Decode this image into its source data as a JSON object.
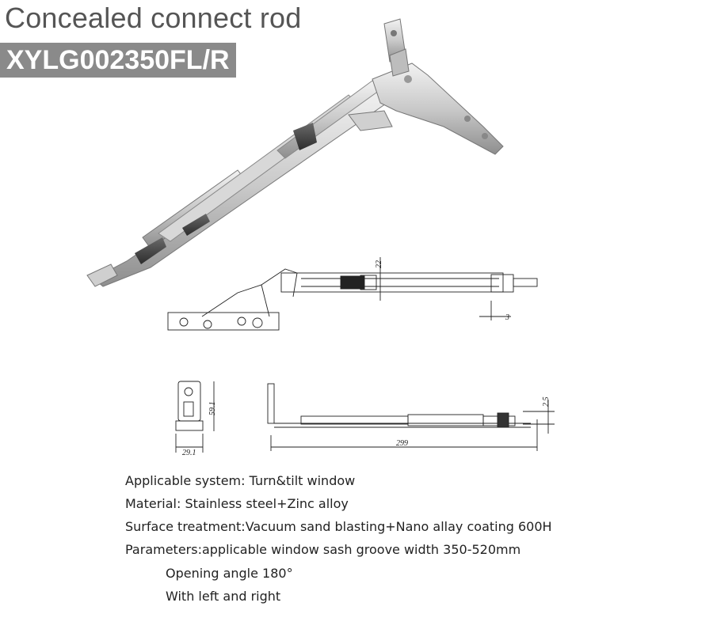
{
  "header": {
    "title": "Concealed connect rod",
    "code": "XYLG002350FL/R"
  },
  "drawing": {
    "dim_22": "22",
    "dim_3": "3",
    "dim_59_1": "59.1",
    "dim_29_1": "29.1",
    "dim_2_5": "2.5",
    "dim_299": "299"
  },
  "specs": [
    "Applicable system: Turn&tilt window",
    "Material: Stainless steel+Zinc alloy",
    "Surface treatment:Vacuum sand blasting+Nano allay coating 600H",
    "Parameters:applicable window sash groove width 350-520mm",
    "Opening angle  180°",
    "With left and right"
  ]
}
